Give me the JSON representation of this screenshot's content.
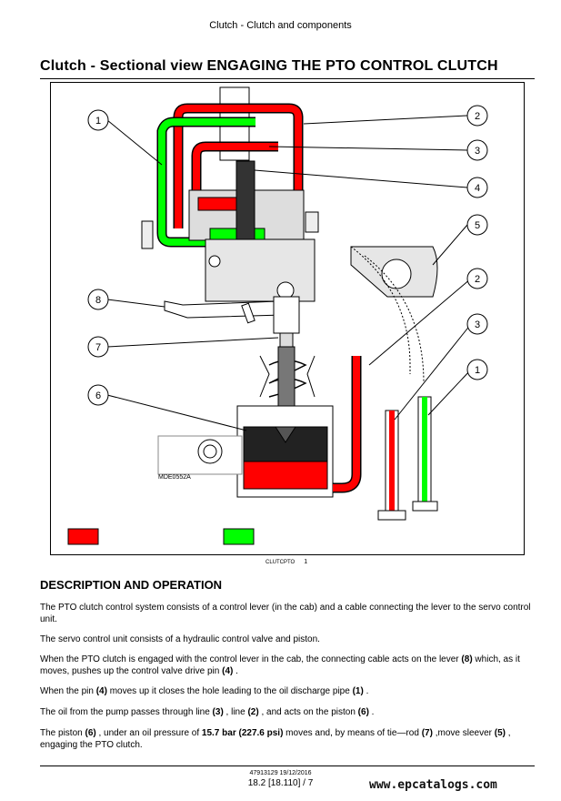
{
  "header": {
    "text": "Clutch - Clutch and components"
  },
  "title": "Clutch - Sectional view ENGAGING THE PTO CONTROL CLUTCH",
  "figure": {
    "callouts": [
      "1",
      "2",
      "3",
      "4",
      "5",
      "2",
      "3",
      "1",
      "8",
      "7",
      "6"
    ],
    "code": "MDE0552A",
    "legend_colors": {
      "red": "#ff0000",
      "green": "#00ff00"
    }
  },
  "caption": {
    "ref": "CLUTCPTO",
    "num": "1"
  },
  "section": "DESCRIPTION AND OPERATION",
  "paragraphs": [
    "The PTO clutch control system consists of a control lever (in the cab) and a cable connecting the lever to the servo control unit.",
    "The servo control unit consists of a hydraulic control valve and piston."
  ],
  "p3": {
    "a": "When the PTO clutch is engaged with the control lever in the cab, the connecting cable acts on the lever ",
    "b": "(8)",
    "c": " which, as it moves, pushes up the control valve drive pin ",
    "d": "(4)",
    "e": " ."
  },
  "p4": {
    "a": "When the pin ",
    "b": "(4)",
    "c": " moves up it closes the hole leading to the oil discharge pipe ",
    "d": "(1)",
    "e": " ."
  },
  "p5": {
    "a": "The oil from the pump passes through line ",
    "b": "(3)",
    "c": " , line ",
    "d": "(2)",
    "e": " , and acts on the piston ",
    "f": "(6)",
    "g": " ."
  },
  "p6": {
    "a": "The piston ",
    "b": "(6)",
    "c": " , under an oil pressure of ",
    "d": "15.7 bar (227.6 psi)",
    "e": " moves and, by means of tie—rod ",
    "f": "(7)",
    "g": " ,move sleever ",
    "h": "(5)",
    "i": " , engaging the PTO clutch."
  },
  "footer": {
    "doc": "47913129 19/12/2016",
    "page": "18.2 [18.110] / 7"
  },
  "watermark": "www.epcatalogs.com"
}
